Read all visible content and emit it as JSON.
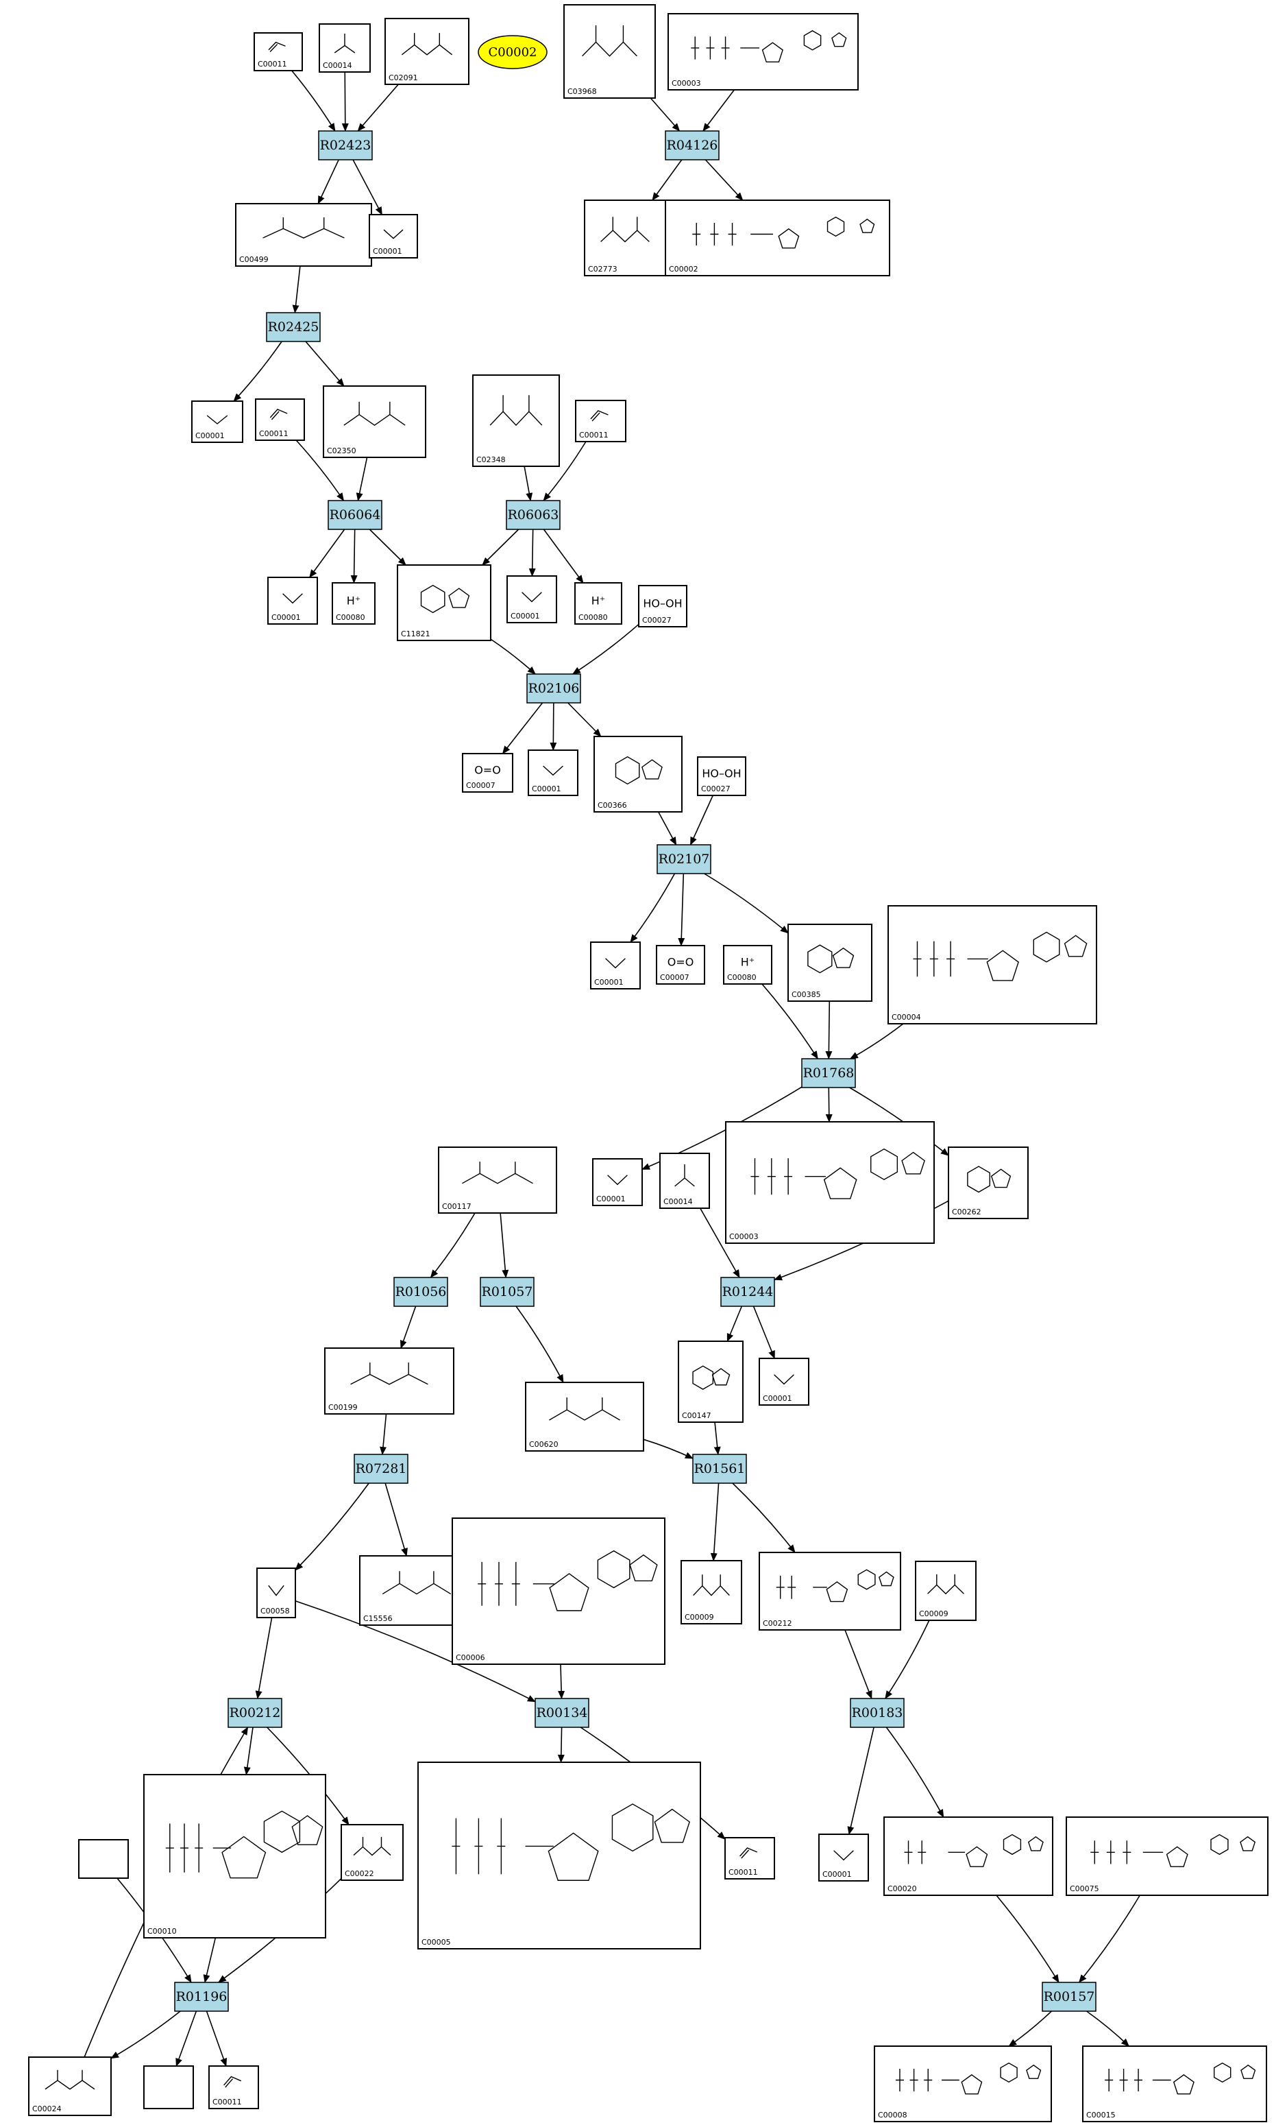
{
  "highlight": {
    "label": "C00002"
  },
  "reactions": [
    {
      "key": "R02423",
      "label": "R02423"
    },
    {
      "key": "R04126",
      "label": "R04126"
    },
    {
      "key": "R02425",
      "label": "R02425"
    },
    {
      "key": "R06064",
      "label": "R06064"
    },
    {
      "key": "R06063",
      "label": "R06063"
    },
    {
      "key": "R02106",
      "label": "R02106"
    },
    {
      "key": "R02107",
      "label": "R02107"
    },
    {
      "key": "R01768",
      "label": "R01768"
    },
    {
      "key": "R01056",
      "label": "R01056"
    },
    {
      "key": "R01057",
      "label": "R01057"
    },
    {
      "key": "R01244",
      "label": "R01244"
    },
    {
      "key": "R07281",
      "label": "R07281"
    },
    {
      "key": "R01561",
      "label": "R01561"
    },
    {
      "key": "R00212",
      "label": "R00212"
    },
    {
      "key": "R00134",
      "label": "R00134"
    },
    {
      "key": "R00183",
      "label": "R00183"
    },
    {
      "key": "R01196",
      "label": "R01196"
    },
    {
      "key": "R00157",
      "label": "R00157"
    }
  ],
  "compounds": [
    {
      "key": "c1",
      "id": "C00011",
      "formula": ""
    },
    {
      "key": "c2",
      "id": "C00014",
      "formula": ""
    },
    {
      "key": "c3",
      "id": "C02091",
      "formula": ""
    },
    {
      "key": "c4",
      "id": "C03968",
      "formula": ""
    },
    {
      "key": "c5",
      "id": "C00003",
      "formula": ""
    },
    {
      "key": "c6",
      "id": "C00499",
      "formula": ""
    },
    {
      "key": "c7",
      "id": "C00001",
      "formula": ""
    },
    {
      "key": "c8",
      "id": "C02773",
      "formula": ""
    },
    {
      "key": "c9",
      "id": "C00002",
      "formula": ""
    },
    {
      "key": "c10",
      "id": "C00001",
      "formula": ""
    },
    {
      "key": "c11",
      "id": "C00011",
      "formula": ""
    },
    {
      "key": "c12",
      "id": "C02350",
      "formula": ""
    },
    {
      "key": "c13",
      "id": "C02348",
      "formula": ""
    },
    {
      "key": "c14",
      "id": "C00011",
      "formula": ""
    },
    {
      "key": "c15",
      "id": "C00001",
      "formula": ""
    },
    {
      "key": "c16",
      "id": "C00080",
      "formula": "H⁺"
    },
    {
      "key": "c17",
      "id": "C11821",
      "formula": ""
    },
    {
      "key": "c18",
      "id": "C00001",
      "formula": ""
    },
    {
      "key": "c19",
      "id": "C00080",
      "formula": "H⁺"
    },
    {
      "key": "c20",
      "id": "C00027",
      "formula": "HO–OH"
    },
    {
      "key": "c21",
      "id": "C00007",
      "formula": "O=O"
    },
    {
      "key": "c22",
      "id": "C00001",
      "formula": ""
    },
    {
      "key": "c23",
      "id": "C00366",
      "formula": ""
    },
    {
      "key": "c24",
      "id": "C00027",
      "formula": "HO–OH"
    },
    {
      "key": "c25",
      "id": "C00001",
      "formula": ""
    },
    {
      "key": "c26",
      "id": "C00007",
      "formula": "O=O"
    },
    {
      "key": "c27",
      "id": "C00080",
      "formula": "H⁺"
    },
    {
      "key": "c28",
      "id": "C00385",
      "formula": ""
    },
    {
      "key": "c29",
      "id": "C00004",
      "formula": ""
    },
    {
      "key": "c30",
      "id": "C00117",
      "formula": ""
    },
    {
      "key": "c31",
      "id": "C00001",
      "formula": ""
    },
    {
      "key": "c32",
      "id": "C00014",
      "formula": ""
    },
    {
      "key": "c33",
      "id": "C00003",
      "formula": ""
    },
    {
      "key": "c34",
      "id": "C00262",
      "formula": ""
    },
    {
      "key": "c35",
      "id": "C00199",
      "formula": ""
    },
    {
      "key": "c36",
      "id": "C00620",
      "formula": ""
    },
    {
      "key": "c37",
      "id": "C00147",
      "formula": ""
    },
    {
      "key": "c38",
      "id": "C00001",
      "formula": ""
    },
    {
      "key": "c39",
      "id": "C00058",
      "formula": ""
    },
    {
      "key": "c40",
      "id": "C15556",
      "formula": ""
    },
    {
      "key": "c41",
      "id": "C00006",
      "formula": ""
    },
    {
      "key": "c42",
      "id": "C00009",
      "formula": ""
    },
    {
      "key": "c43",
      "id": "C00212",
      "formula": ""
    },
    {
      "key": "c44",
      "id": "C00009",
      "formula": ""
    },
    {
      "key": "c45",
      "id": "C00010",
      "formula": ""
    },
    {
      "key": "c46",
      "id": "C00022",
      "formula": ""
    },
    {
      "key": "c47",
      "id": "C00005",
      "formula": ""
    },
    {
      "key": "c48",
      "id": "C00011",
      "formula": ""
    },
    {
      "key": "c49",
      "id": "C00001",
      "formula": ""
    },
    {
      "key": "c50",
      "id": "C00020",
      "formula": ""
    },
    {
      "key": "c51",
      "id": "C00075",
      "formula": ""
    },
    {
      "key": "c52",
      "id": "",
      "formula": ""
    },
    {
      "key": "c53",
      "id": "C00024",
      "formula": ""
    },
    {
      "key": "c54",
      "id": "",
      "formula": ""
    },
    {
      "key": "c55",
      "id": "C00011",
      "formula": ""
    },
    {
      "key": "c56",
      "id": "C00008",
      "formula": ""
    },
    {
      "key": "c57",
      "id": "C00015",
      "formula": ""
    }
  ],
  "edges": [
    [
      "c1",
      "R02423"
    ],
    [
      "c2",
      "R02423"
    ],
    [
      "c3",
      "R02423"
    ],
    [
      "R02423",
      "c6"
    ],
    [
      "R02423",
      "c7"
    ],
    [
      "c4",
      "R04126"
    ],
    [
      "c5",
      "R04126"
    ],
    [
      "R04126",
      "c8"
    ],
    [
      "R04126",
      "c9"
    ],
    [
      "c6",
      "R02425"
    ],
    [
      "R02425",
      "c10"
    ],
    [
      "R02425",
      "c12"
    ],
    [
      "c11",
      "R06064"
    ],
    [
      "c12",
      "R06064"
    ],
    [
      "c13",
      "R06063"
    ],
    [
      "c14",
      "R06063"
    ],
    [
      "R06064",
      "c15"
    ],
    [
      "R06064",
      "c16"
    ],
    [
      "R06064",
      "c17"
    ],
    [
      "R06063",
      "c17"
    ],
    [
      "R06063",
      "c18"
    ],
    [
      "R06063",
      "c19"
    ],
    [
      "c17",
      "R02106"
    ],
    [
      "c20",
      "R02106"
    ],
    [
      "R02106",
      "c21"
    ],
    [
      "R02106",
      "c22"
    ],
    [
      "R02106",
      "c23"
    ],
    [
      "c23",
      "R02107"
    ],
    [
      "c24",
      "R02107"
    ],
    [
      "R02107",
      "c25"
    ],
    [
      "R02107",
      "c26"
    ],
    [
      "R02107",
      "c28"
    ],
    [
      "c27",
      "R01768"
    ],
    [
      "c28",
      "R01768"
    ],
    [
      "c29",
      "R01768"
    ],
    [
      "R01768",
      "c31"
    ],
    [
      "R01768",
      "c33"
    ],
    [
      "R01768",
      "c34"
    ],
    [
      "c30",
      "R01056"
    ],
    [
      "c30",
      "R01057"
    ],
    [
      "c32",
      "R01244"
    ],
    [
      "c34",
      "R01244"
    ],
    [
      "R01244",
      "c37"
    ],
    [
      "R01244",
      "c38"
    ],
    [
      "R01056",
      "c35"
    ],
    [
      "R01057",
      "c36"
    ],
    [
      "c35",
      "R07281"
    ],
    [
      "R07281",
      "c39"
    ],
    [
      "R07281",
      "c40"
    ],
    [
      "c36",
      "R01561"
    ],
    [
      "c37",
      "R01561"
    ],
    [
      "R01561",
      "c42"
    ],
    [
      "R01561",
      "c43"
    ],
    [
      "c39",
      "R00212"
    ],
    [
      "c39",
      "R00134"
    ],
    [
      "c41",
      "R00134"
    ],
    [
      "c43",
      "R00183"
    ],
    [
      "c44",
      "R00183"
    ],
    [
      "R00212",
      "c45"
    ],
    [
      "R00212",
      "c46"
    ],
    [
      "R00134",
      "c47"
    ],
    [
      "R00134",
      "c48"
    ],
    [
      "R00183",
      "c49"
    ],
    [
      "R00183",
      "c50"
    ],
    [
      "c52",
      "R01196"
    ],
    [
      "c45",
      "R01196"
    ],
    [
      "c46",
      "R01196"
    ],
    [
      "R01196",
      "c53"
    ],
    [
      "R01196",
      "c54"
    ],
    [
      "R01196",
      "c55"
    ],
    [
      "c53",
      "R00212"
    ],
    [
      "c50",
      "R00157"
    ],
    [
      "c51",
      "R00157"
    ],
    [
      "R00157",
      "c56"
    ],
    [
      "R00157",
      "c57"
    ]
  ]
}
